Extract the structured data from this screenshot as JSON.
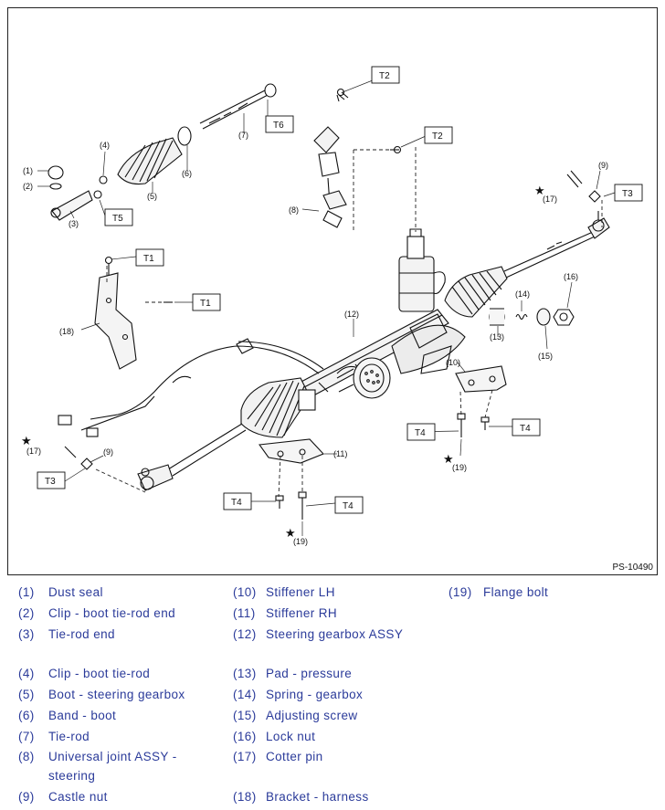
{
  "figure": {
    "id": "PS-10490",
    "callouts": [
      "(1)",
      "(2)",
      "(3)",
      "(4)",
      "(5)",
      "(6)",
      "(7)",
      "(8)",
      "(9)",
      "(10)",
      "(11)",
      "(12)",
      "(13)",
      "(14)",
      "(15)",
      "(16)",
      "(17)",
      "(18)",
      "(19)"
    ],
    "torque_labels": [
      "T1",
      "T2",
      "T3",
      "T4",
      "T5",
      "T6"
    ],
    "star": "★"
  },
  "legend": [
    {
      "num": "(1)",
      "label": "Dust seal"
    },
    {
      "num": "(2)",
      "label": "Clip - boot tie-rod end"
    },
    {
      "num": "(3)",
      "label": "Tie-rod end"
    },
    {
      "num": "(4)",
      "label": "Clip - boot tie-rod"
    },
    {
      "num": "(5)",
      "label": "Boot - steering gearbox"
    },
    {
      "num": "(6)",
      "label": "Band - boot"
    },
    {
      "num": "(7)",
      "label": "Tie-rod"
    },
    {
      "num": "(8)",
      "label": "Universal joint ASSY - steering"
    },
    {
      "num": "(9)",
      "label": "Castle nut"
    },
    {
      "num": "(10)",
      "label": "Stiffener LH"
    },
    {
      "num": "(11)",
      "label": "Stiffener RH"
    },
    {
      "num": "(12)",
      "label": "Steering gearbox ASSY"
    },
    {
      "num": "(13)",
      "label": "Pad - pressure"
    },
    {
      "num": "(14)",
      "label": "Spring - gearbox"
    },
    {
      "num": "(15)",
      "label": "Adjusting screw"
    },
    {
      "num": "(16)",
      "label": "Lock nut"
    },
    {
      "num": "(17)",
      "label": "Cotter pin"
    },
    {
      "num": "(18)",
      "label": "Bracket - harness"
    },
    {
      "num": "(19)",
      "label": "Flange bolt"
    }
  ]
}
